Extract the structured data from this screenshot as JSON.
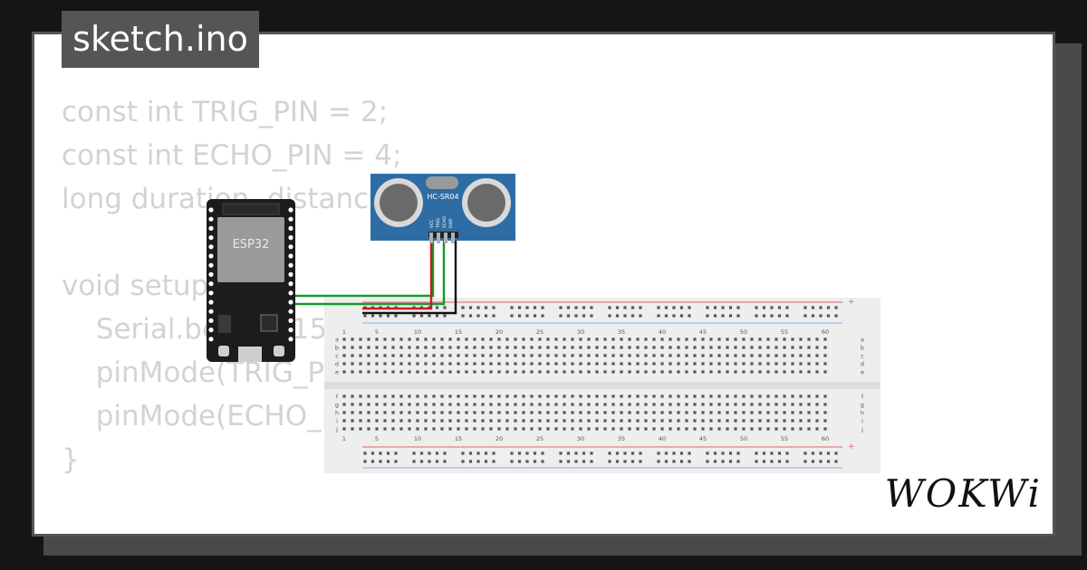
{
  "file_tab": {
    "label": "sketch.ino"
  },
  "code": {
    "lines": [
      "const int TRIG_PIN = 2;",
      "const int ECHO_PIN = 4;",
      "long duration, distance;",
      "",
      "void setup() {",
      "  Serial.begin(115200);",
      "  pinMode(TRIG_PIN, OUTPUT);",
      "  pinMode(ECHO_PIN, INPUT);",
      "}"
    ]
  },
  "esp32": {
    "label": "ESP32"
  },
  "sensor": {
    "label": "HC-SR04",
    "pins": [
      "VCC",
      "TRIG",
      "ECHO",
      "GND"
    ]
  },
  "breadboard": {
    "column_numbers": [
      "1",
      "5",
      "10",
      "15",
      "20",
      "25",
      "30",
      "35",
      "40",
      "45",
      "50",
      "55",
      "60"
    ],
    "row_letters_top": [
      "a",
      "b",
      "c",
      "d",
      "e"
    ],
    "row_letters_bottom": [
      "f",
      "g",
      "h",
      "i",
      "j"
    ]
  },
  "colors": {
    "wire_red": "#c81d1d",
    "wire_green": "#149a2a",
    "wire_black": "#111111",
    "sensor_blue": "#2e6da4",
    "board_black": "#1c1c1c",
    "breadboard": "#eeeeee"
  },
  "brand": {
    "name": "WOKWi"
  }
}
